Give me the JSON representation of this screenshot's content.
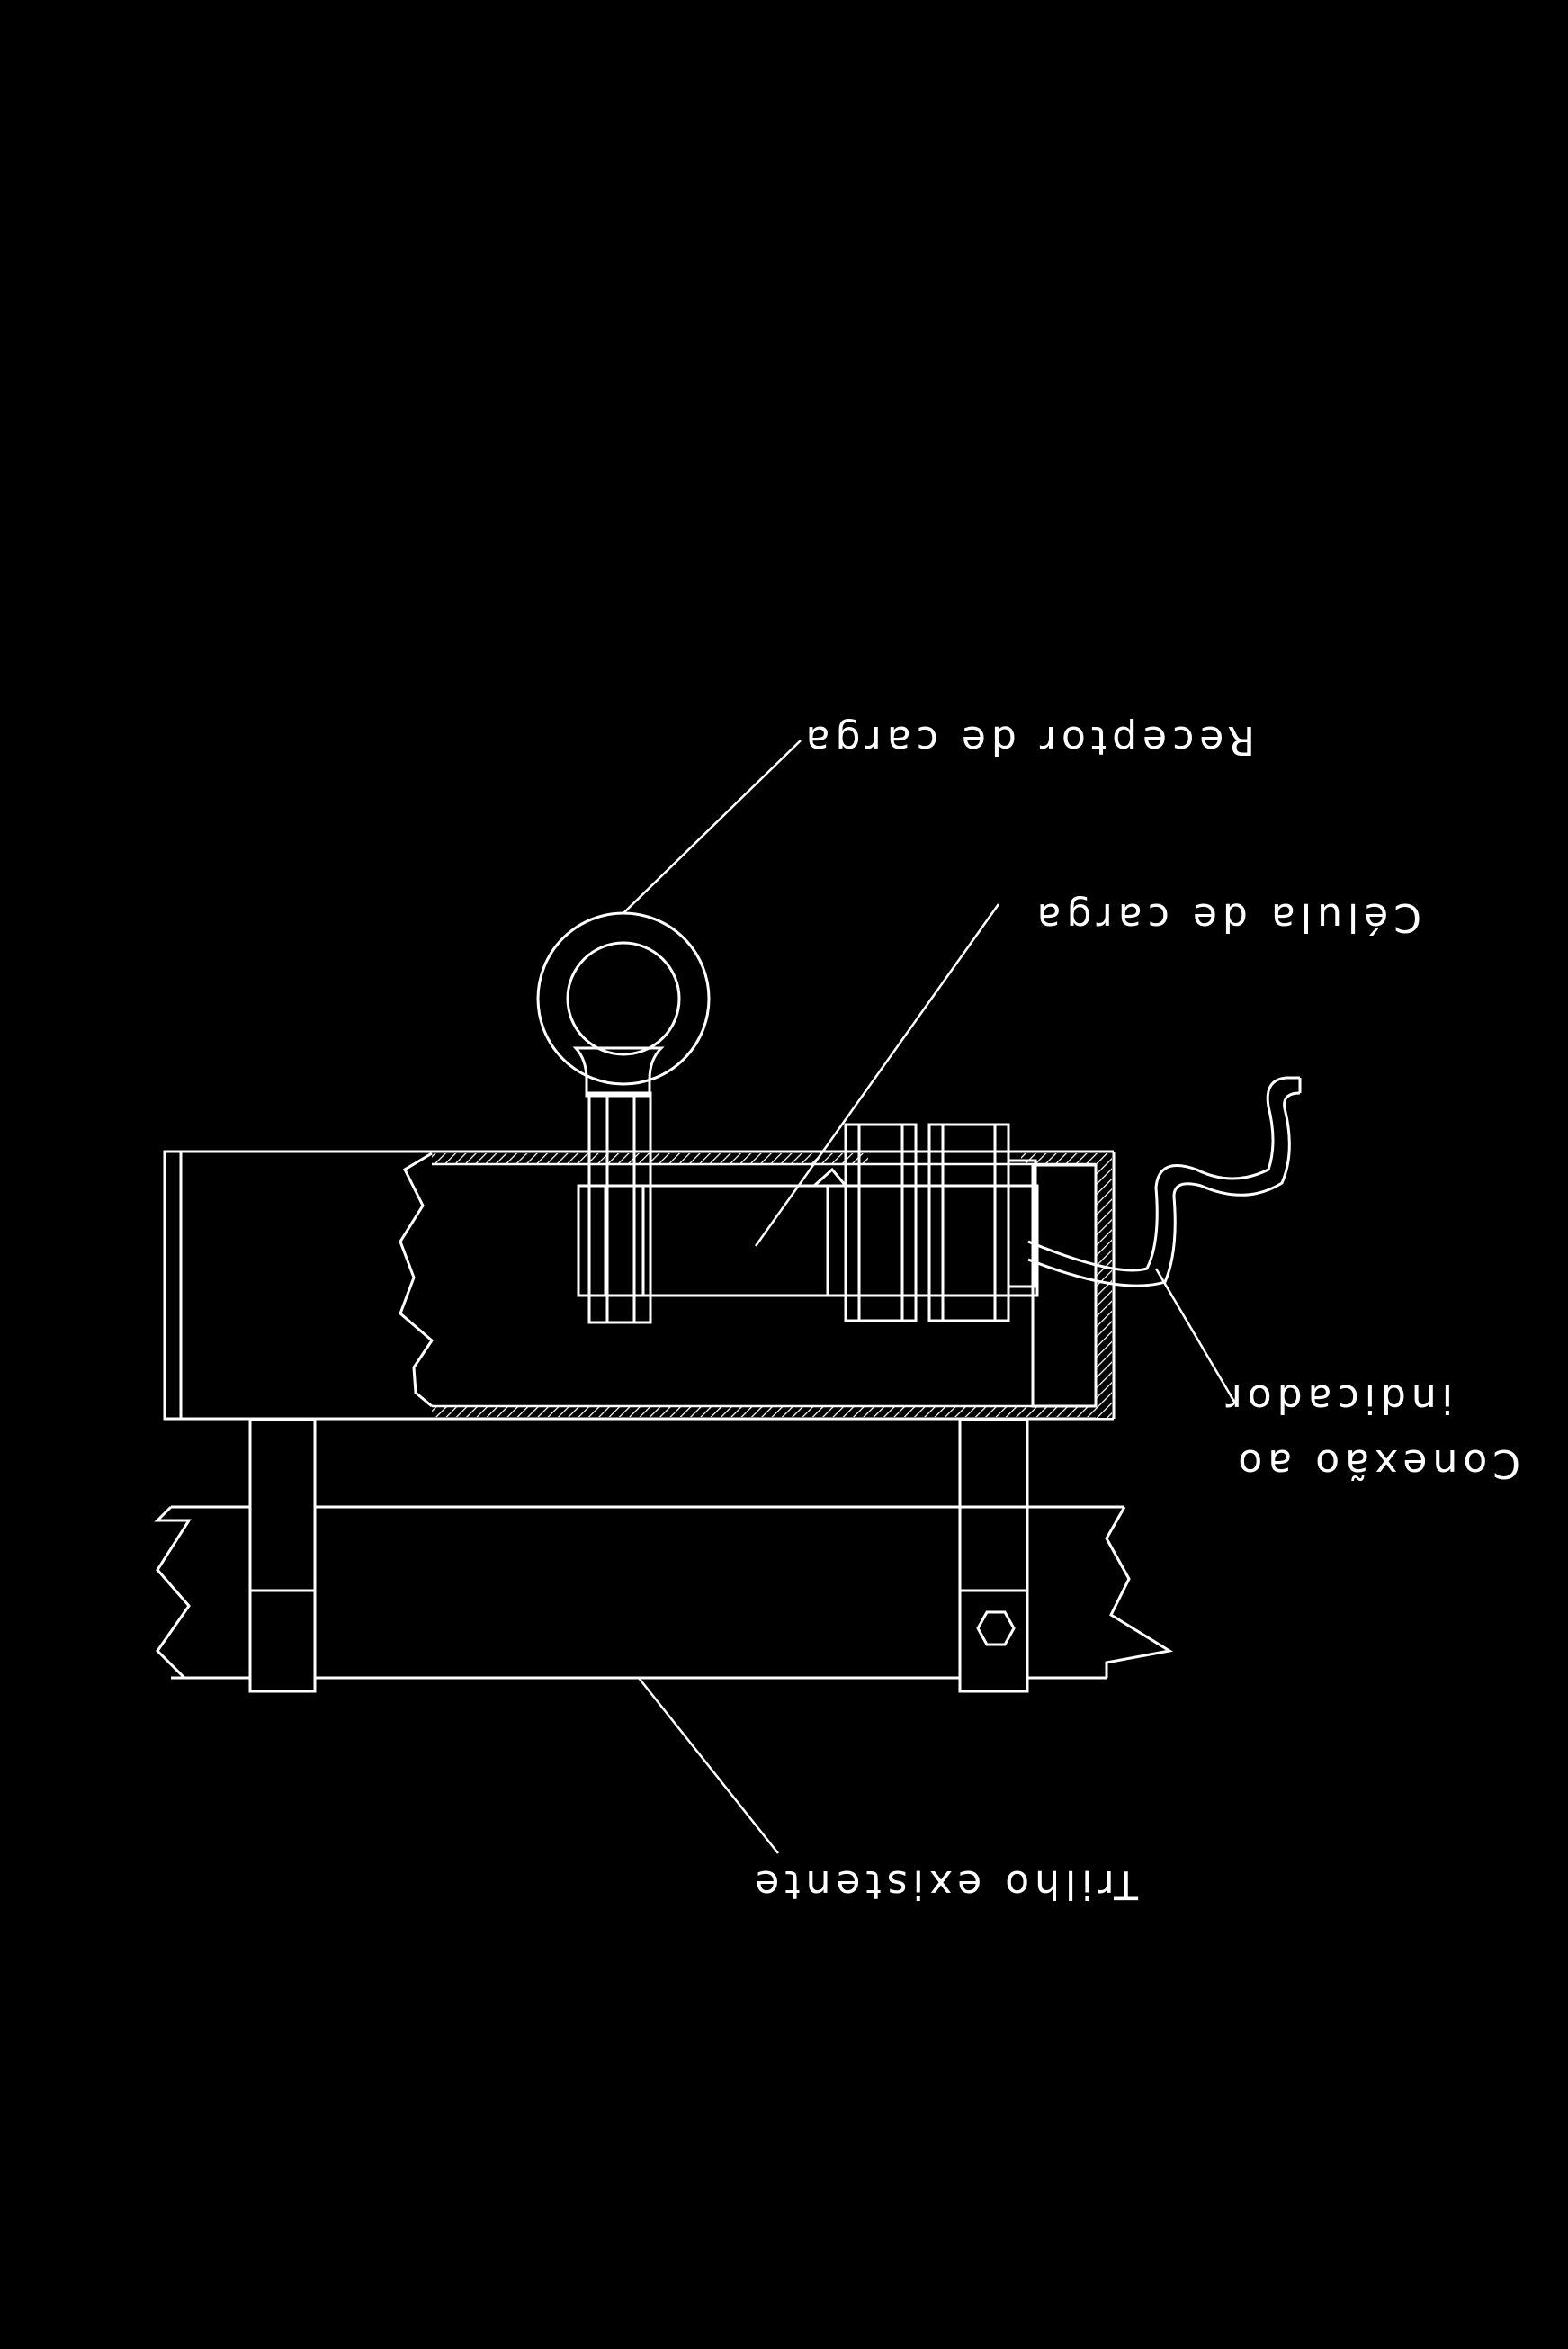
{
  "labels": {
    "receptor": "Receptor de carga",
    "celula": "Célula de carga",
    "conexao_line1": "Conexão ao",
    "conexao_line2": "indicador",
    "trilho": "Trilho existente"
  },
  "colors": {
    "background": "#000000",
    "line": "#ffffff"
  }
}
